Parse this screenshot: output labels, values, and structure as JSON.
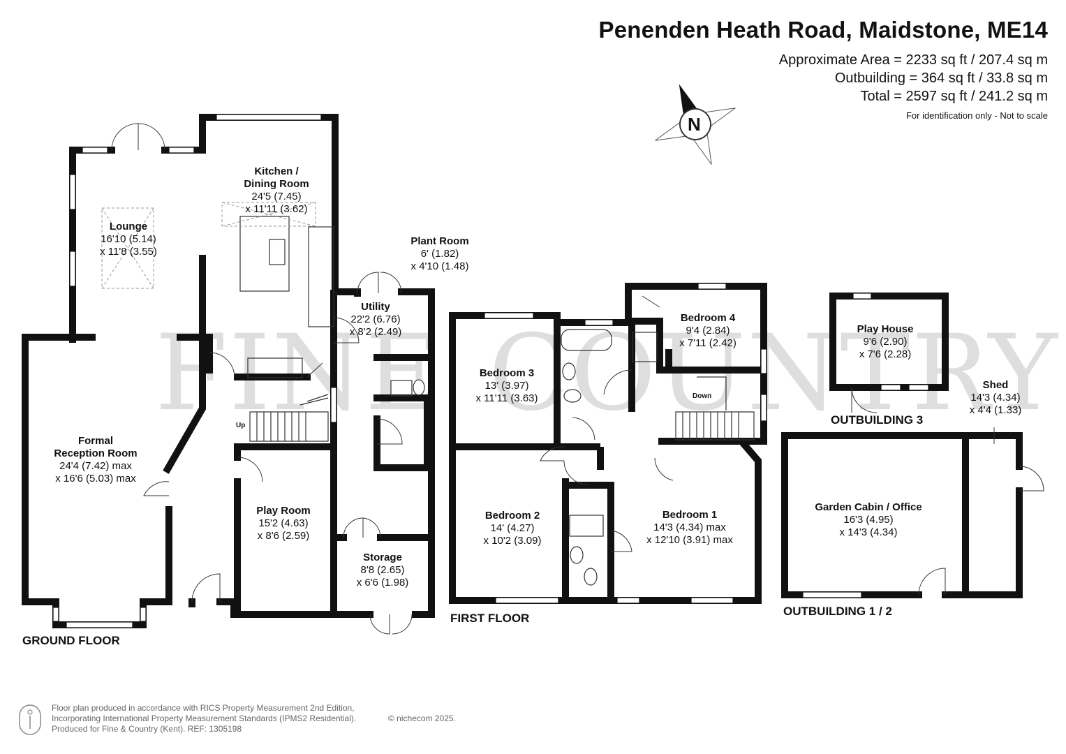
{
  "header": {
    "title": "Penenden Heath Road, Maidstone, ME14",
    "approx_area": "Approximate Area = 2233 sq ft / 207.4 sq m",
    "outbuilding_area": "Outbuilding = 364 sq ft / 33.8 sq m",
    "total_area": "Total = 2597 sq ft / 241.2 sq m",
    "scale_note": "For identification only - Not to scale"
  },
  "compass": {
    "letter": "N",
    "icon": "north-arrow-icon"
  },
  "watermark": {
    "left": "FINE",
    "right": "COUNTRY"
  },
  "floors": {
    "ground": "GROUND FLOOR",
    "first": "FIRST FLOOR",
    "outbuilding_3": "OUTBUILDING 3",
    "outbuilding_12": "OUTBUILDING 1 / 2"
  },
  "rooms": {
    "lounge": {
      "name": "Lounge",
      "dim1": "16'10 (5.14)",
      "dim2": "x 11'8 (3.55)"
    },
    "kitchen": {
      "name": "Kitchen /",
      "name2": "Dining Room",
      "dim1": "24'5 (7.45)",
      "dim2": "x 11'11 (3.62)"
    },
    "plant": {
      "name": "Plant Room",
      "dim1": "6' (1.82)",
      "dim2": "x 4'10 (1.48)"
    },
    "utility": {
      "name": "Utility",
      "dim1": "22'2 (6.76)",
      "dim2": "x 8'2 (2.49)"
    },
    "reception": {
      "name": "Formal",
      "name2": "Reception Room",
      "dim1": "24'4 (7.42) max",
      "dim2": "x 16'6 (5.03) max"
    },
    "playroom": {
      "name": "Play Room",
      "dim1": "15'2 (4.63)",
      "dim2": "x 8'6 (2.59)"
    },
    "storage": {
      "name": "Storage",
      "dim1": "8'8 (2.65)",
      "dim2": "x 6'6 (1.98)"
    },
    "bedroom3": {
      "name": "Bedroom 3",
      "dim1": "13' (3.97)",
      "dim2": "x 11'11 (3.63)"
    },
    "bedroom4": {
      "name": "Bedroom 4",
      "dim1": "9'4 (2.84)",
      "dim2": "x 7'11 (2.42)"
    },
    "bedroom2": {
      "name": "Bedroom 2",
      "dim1": "14' (4.27)",
      "dim2": "x 10'2 (3.09)"
    },
    "bedroom1": {
      "name": "Bedroom 1",
      "dim1": "14'3 (4.34) max",
      "dim2": "x 12'10 (3.91) max"
    },
    "playhouse": {
      "name": "Play House",
      "dim1": "9'6 (2.90)",
      "dim2": "x 7'6 (2.28)"
    },
    "shed": {
      "name": "Shed",
      "dim1": "14'3 (4.34)",
      "dim2": "x 4'4 (1.33)"
    },
    "cabin": {
      "name": "Garden Cabin / Office",
      "dim1": "16'3 (4.95)",
      "dim2": "x 14'3 (4.34)"
    }
  },
  "stairs": {
    "up": "Up",
    "down": "Down"
  },
  "footer": {
    "line1": "Floor plan produced in accordance with RICS Property Measurement 2nd Edition,",
    "line2": "Incorporating International Property Measurement Standards (IPMS2 Residential).",
    "line3": "Produced for Fine & Country (Kent).   REF:  1305198",
    "copyright": "© nichecom 2025."
  },
  "colors": {
    "wall": "#111111",
    "window": "#ffffff",
    "watermark": "#8c8c8c",
    "accent": "#c9b88a"
  }
}
